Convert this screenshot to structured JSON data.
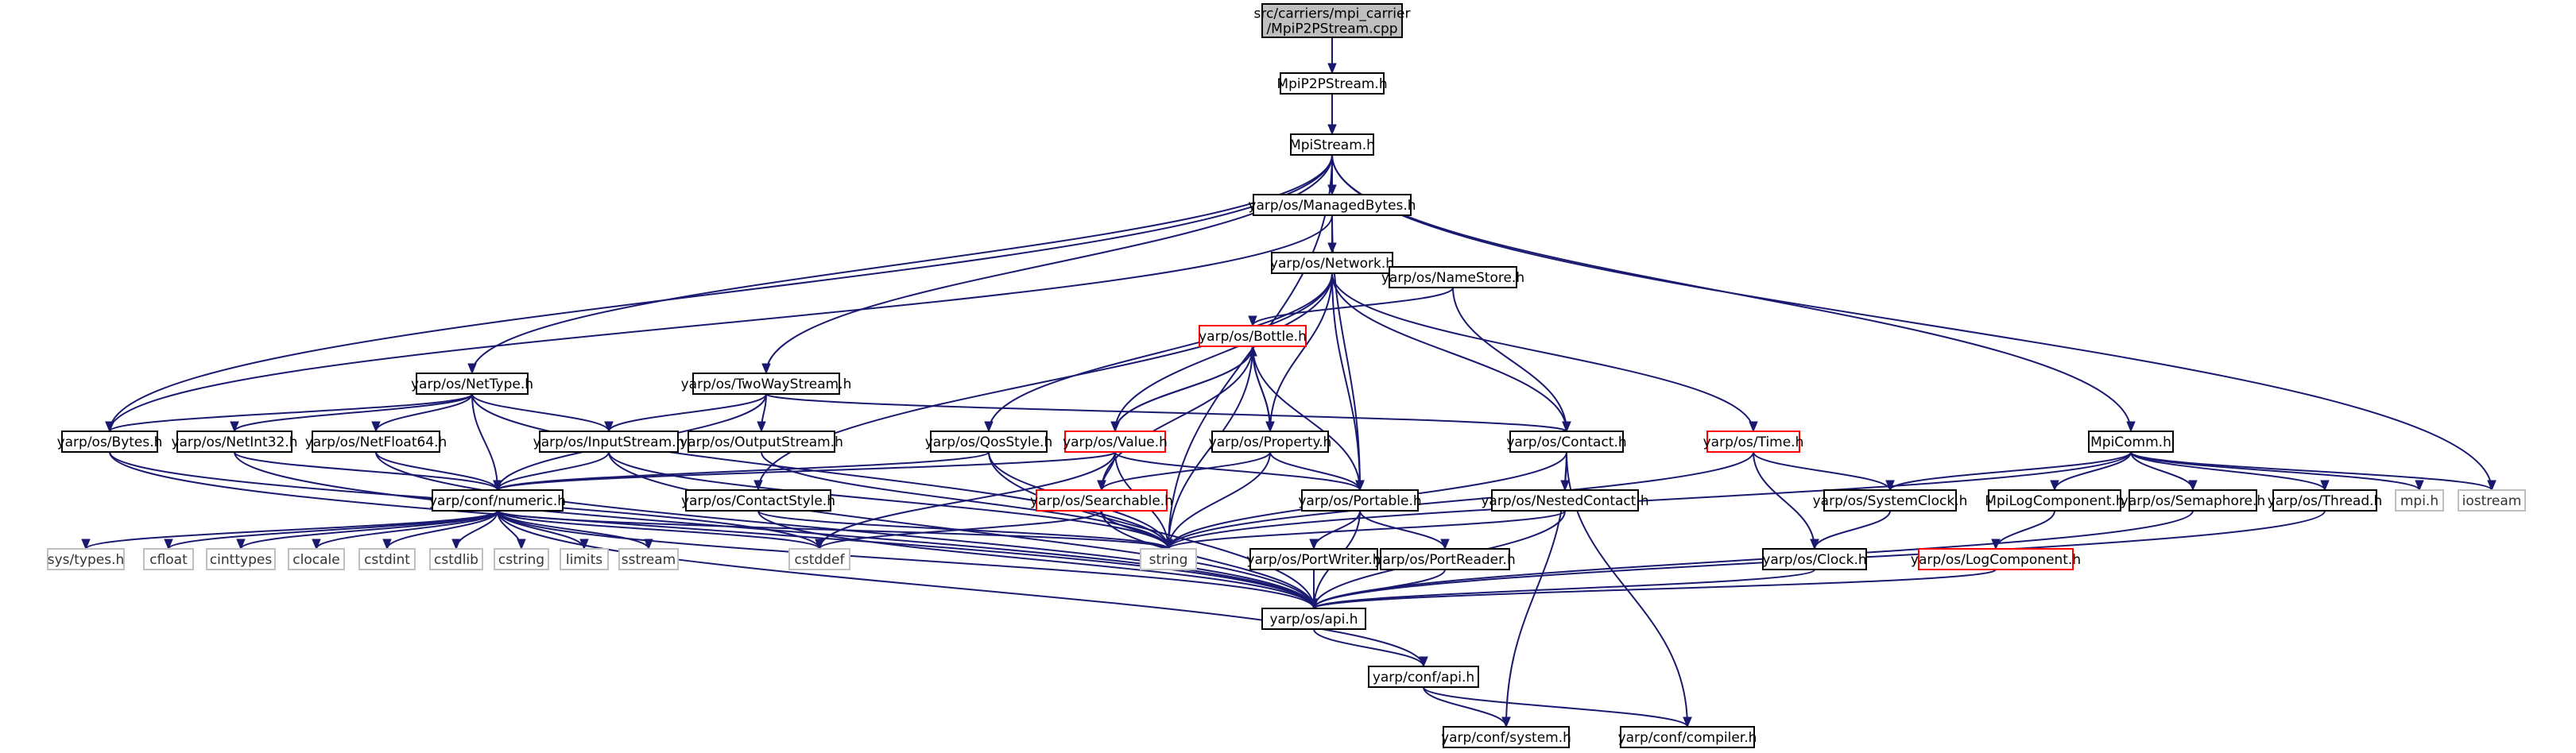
{
  "colors": {
    "edge": "#191970",
    "border_default": "#000000",
    "border_truncated": "#ff0000",
    "border_external": "#bfbfbf",
    "fill_root": "#bfbfbf",
    "fill_default": "#ffffff",
    "text_default": "#000000",
    "text_external": "#333333"
  },
  "nodes": [
    {
      "id": "root",
      "lines": [
        "src/carriers/mpi_carrier",
        "/MpiP2PStream.cpp"
      ],
      "style": "root"
    },
    {
      "id": "mpip2pstream_h",
      "lines": [
        "MpiP2PStream.h"
      ],
      "style": "default"
    },
    {
      "id": "mpistream_h",
      "lines": [
        "MpiStream.h"
      ],
      "style": "default"
    },
    {
      "id": "managedbytes_h",
      "lines": [
        "yarp/os/ManagedBytes.h"
      ],
      "style": "default"
    },
    {
      "id": "network_h",
      "lines": [
        "yarp/os/Network.h"
      ],
      "style": "default"
    },
    {
      "id": "namestore_h",
      "lines": [
        "yarp/os/NameStore.h"
      ],
      "style": "default"
    },
    {
      "id": "bottle_h",
      "lines": [
        "yarp/os/Bottle.h"
      ],
      "style": "truncated"
    },
    {
      "id": "nettype_h",
      "lines": [
        "yarp/os/NetType.h"
      ],
      "style": "default"
    },
    {
      "id": "twowaystream_h",
      "lines": [
        "yarp/os/TwoWayStream.h"
      ],
      "style": "default"
    },
    {
      "id": "bytes_h",
      "lines": [
        "yarp/os/Bytes.h"
      ],
      "style": "default"
    },
    {
      "id": "netint32_h",
      "lines": [
        "yarp/os/NetInt32.h"
      ],
      "style": "default"
    },
    {
      "id": "netfloat64_h",
      "lines": [
        "yarp/os/NetFloat64.h"
      ],
      "style": "default"
    },
    {
      "id": "inputstream_h",
      "lines": [
        "yarp/os/InputStream.h"
      ],
      "style": "default"
    },
    {
      "id": "outputstream_h",
      "lines": [
        "yarp/os/OutputStream.h"
      ],
      "style": "default"
    },
    {
      "id": "qosstyle_h",
      "lines": [
        "yarp/os/QosStyle.h"
      ],
      "style": "default"
    },
    {
      "id": "value_h",
      "lines": [
        "yarp/os/Value.h"
      ],
      "style": "truncated"
    },
    {
      "id": "property_h",
      "lines": [
        "yarp/os/Property.h"
      ],
      "style": "default"
    },
    {
      "id": "contact_h",
      "lines": [
        "yarp/os/Contact.h"
      ],
      "style": "default"
    },
    {
      "id": "time_h",
      "lines": [
        "yarp/os/Time.h"
      ],
      "style": "truncated"
    },
    {
      "id": "mpicomm_h",
      "lines": [
        "MpiComm.h"
      ],
      "style": "default"
    },
    {
      "id": "numeric_h",
      "lines": [
        "yarp/conf/numeric.h"
      ],
      "style": "default"
    },
    {
      "id": "contactstyle_h",
      "lines": [
        "yarp/os/ContactStyle.h"
      ],
      "style": "default"
    },
    {
      "id": "searchable_h",
      "lines": [
        "yarp/os/Searchable.h"
      ],
      "style": "truncated"
    },
    {
      "id": "portable_h",
      "lines": [
        "yarp/os/Portable.h"
      ],
      "style": "default"
    },
    {
      "id": "nestedcontact_h",
      "lines": [
        "yarp/os/NestedContact.h"
      ],
      "style": "default"
    },
    {
      "id": "systemclock_h",
      "lines": [
        "yarp/os/SystemClock.h"
      ],
      "style": "default"
    },
    {
      "id": "mpilogcomponent_h",
      "lines": [
        "MpiLogComponent.h"
      ],
      "style": "default"
    },
    {
      "id": "semaphore_h",
      "lines": [
        "yarp/os/Semaphore.h"
      ],
      "style": "default"
    },
    {
      "id": "thread_h",
      "lines": [
        "yarp/os/Thread.h"
      ],
      "style": "default"
    },
    {
      "id": "mpi_h",
      "lines": [
        "mpi.h"
      ],
      "style": "external"
    },
    {
      "id": "iostream",
      "lines": [
        "iostream"
      ],
      "style": "external"
    },
    {
      "id": "systypes_h",
      "lines": [
        "sys/types.h"
      ],
      "style": "external"
    },
    {
      "id": "cfloat",
      "lines": [
        "cfloat"
      ],
      "style": "external"
    },
    {
      "id": "cinttypes",
      "lines": [
        "cinttypes"
      ],
      "style": "external"
    },
    {
      "id": "clocale",
      "lines": [
        "clocale"
      ],
      "style": "external"
    },
    {
      "id": "cstdint",
      "lines": [
        "cstdint"
      ],
      "style": "external"
    },
    {
      "id": "cstdlib",
      "lines": [
        "cstdlib"
      ],
      "style": "external"
    },
    {
      "id": "cstring",
      "lines": [
        "cstring"
      ],
      "style": "external"
    },
    {
      "id": "limits",
      "lines": [
        "limits"
      ],
      "style": "external"
    },
    {
      "id": "sstream",
      "lines": [
        "sstream"
      ],
      "style": "external"
    },
    {
      "id": "cstddef",
      "lines": [
        "cstddef"
      ],
      "style": "external"
    },
    {
      "id": "string",
      "lines": [
        "string"
      ],
      "style": "external"
    },
    {
      "id": "portwriter_h",
      "lines": [
        "yarp/os/PortWriter.h"
      ],
      "style": "default"
    },
    {
      "id": "portreader_h",
      "lines": [
        "yarp/os/PortReader.h"
      ],
      "style": "default"
    },
    {
      "id": "clock_h",
      "lines": [
        "yarp/os/Clock.h"
      ],
      "style": "default"
    },
    {
      "id": "logcomponent_h",
      "lines": [
        "yarp/os/LogComponent.h"
      ],
      "style": "truncated"
    },
    {
      "id": "api_h",
      "lines": [
        "yarp/os/api.h"
      ],
      "style": "default"
    },
    {
      "id": "conf_api_h",
      "lines": [
        "yarp/conf/api.h"
      ],
      "style": "default"
    },
    {
      "id": "system_h",
      "lines": [
        "yarp/conf/system.h"
      ],
      "style": "default"
    },
    {
      "id": "compiler_h",
      "lines": [
        "yarp/conf/compiler.h"
      ],
      "style": "default"
    }
  ],
  "edges": [
    [
      "root",
      "mpip2pstream_h"
    ],
    [
      "mpip2pstream_h",
      "mpistream_h"
    ],
    [
      "mpistream_h",
      "managedbytes_h"
    ],
    [
      "mpistream_h",
      "nettype_h"
    ],
    [
      "mpistream_h",
      "twowaystream_h"
    ],
    [
      "mpistream_h",
      "bytes_h"
    ],
    [
      "mpistream_h",
      "mpicomm_h"
    ],
    [
      "mpistream_h",
      "iostream"
    ],
    [
      "mpistream_h",
      "string"
    ],
    [
      "managedbytes_h",
      "network_h"
    ],
    [
      "managedbytes_h",
      "bytes_h"
    ],
    [
      "managedbytes_h",
      "portable_h"
    ],
    [
      "network_h",
      "namestore_h"
    ],
    [
      "network_h",
      "contact_h"
    ],
    [
      "network_h",
      "value_h"
    ],
    [
      "network_h",
      "property_h"
    ],
    [
      "network_h",
      "portable_h"
    ],
    [
      "network_h",
      "qosstyle_h"
    ],
    [
      "network_h",
      "contactstyle_h"
    ],
    [
      "network_h",
      "time_h"
    ],
    [
      "namestore_h",
      "bottle_h"
    ],
    [
      "namestore_h",
      "contact_h"
    ],
    [
      "bottle_h",
      "value_h"
    ],
    [
      "bottle_h",
      "property_h"
    ],
    [
      "bottle_h",
      "searchable_h"
    ],
    [
      "bottle_h",
      "portable_h"
    ],
    [
      "bottle_h",
      "string"
    ],
    [
      "property_h",
      "bottle_h"
    ],
    [
      "property_h",
      "searchable_h"
    ],
    [
      "property_h",
      "portable_h"
    ],
    [
      "property_h",
      "string"
    ],
    [
      "value_h",
      "bottle_h"
    ],
    [
      "value_h",
      "searchable_h"
    ],
    [
      "value_h",
      "portable_h"
    ],
    [
      "value_h",
      "numeric_h"
    ],
    [
      "value_h",
      "string"
    ],
    [
      "value_h",
      "cstddef"
    ],
    [
      "nettype_h",
      "bytes_h"
    ],
    [
      "nettype_h",
      "netint32_h"
    ],
    [
      "nettype_h",
      "netfloat64_h"
    ],
    [
      "nettype_h",
      "inputstream_h"
    ],
    [
      "nettype_h",
      "numeric_h"
    ],
    [
      "nettype_h",
      "string"
    ],
    [
      "twowaystream_h",
      "inputstream_h"
    ],
    [
      "twowaystream_h",
      "outputstream_h"
    ],
    [
      "twowaystream_h",
      "contact_h"
    ],
    [
      "twowaystream_h",
      "numeric_h"
    ],
    [
      "bytes_h",
      "api_h"
    ],
    [
      "bytes_h",
      "cstddef"
    ],
    [
      "netint32_h",
      "api_h"
    ],
    [
      "netint32_h",
      "numeric_h"
    ],
    [
      "netfloat64_h",
      "api_h"
    ],
    [
      "netfloat64_h",
      "numeric_h"
    ],
    [
      "inputstream_h",
      "numeric_h"
    ],
    [
      "inputstream_h",
      "string"
    ],
    [
      "inputstream_h",
      "api_h"
    ],
    [
      "outputstream_h",
      "string"
    ],
    [
      "qosstyle_h",
      "numeric_h"
    ],
    [
      "qosstyle_h",
      "api_h"
    ],
    [
      "qosstyle_h",
      "string"
    ],
    [
      "contactstyle_h",
      "api_h"
    ],
    [
      "contactstyle_h",
      "string"
    ],
    [
      "searchable_h",
      "api_h"
    ],
    [
      "searchable_h",
      "string"
    ],
    [
      "searchable_h",
      "cstddef"
    ],
    [
      "portable_h",
      "portwriter_h"
    ],
    [
      "portable_h",
      "portreader_h"
    ],
    [
      "portable_h",
      "api_h"
    ],
    [
      "portwriter_h",
      "api_h"
    ],
    [
      "portreader_h",
      "api_h"
    ],
    [
      "contact_h",
      "nestedcontact_h"
    ],
    [
      "contact_h",
      "string"
    ],
    [
      "contact_h",
      "system_h"
    ],
    [
      "contact_h",
      "compiler_h"
    ],
    [
      "nestedcontact_h",
      "api_h"
    ],
    [
      "nestedcontact_h",
      "string"
    ],
    [
      "time_h",
      "systemclock_h"
    ],
    [
      "time_h",
      "clock_h"
    ],
    [
      "time_h",
      "string"
    ],
    [
      "mpicomm_h",
      "systemclock_h"
    ],
    [
      "mpicomm_h",
      "mpilogcomponent_h"
    ],
    [
      "mpicomm_h",
      "semaphore_h"
    ],
    [
      "mpicomm_h",
      "thread_h"
    ],
    [
      "mpicomm_h",
      "mpi_h"
    ],
    [
      "mpicomm_h",
      "iostream"
    ],
    [
      "mpicomm_h",
      "string"
    ],
    [
      "systemclock_h",
      "clock_h"
    ],
    [
      "clock_h",
      "api_h"
    ],
    [
      "mpilogcomponent_h",
      "logcomponent_h"
    ],
    [
      "logcomponent_h",
      "api_h"
    ],
    [
      "semaphore_h",
      "api_h"
    ],
    [
      "thread_h",
      "api_h"
    ],
    [
      "numeric_h",
      "systypes_h"
    ],
    [
      "numeric_h",
      "cfloat"
    ],
    [
      "numeric_h",
      "cinttypes"
    ],
    [
      "numeric_h",
      "clocale"
    ],
    [
      "numeric_h",
      "cstdint"
    ],
    [
      "numeric_h",
      "cstdlib"
    ],
    [
      "numeric_h",
      "cstring"
    ],
    [
      "numeric_h",
      "limits"
    ],
    [
      "numeric_h",
      "sstream"
    ],
    [
      "numeric_h",
      "cstddef"
    ],
    [
      "numeric_h",
      "string"
    ],
    [
      "numeric_h",
      "api_h"
    ],
    [
      "numeric_h",
      "conf_api_h"
    ],
    [
      "api_h",
      "conf_api_h"
    ],
    [
      "conf_api_h",
      "system_h"
    ],
    [
      "conf_api_h",
      "compiler_h"
    ]
  ]
}
